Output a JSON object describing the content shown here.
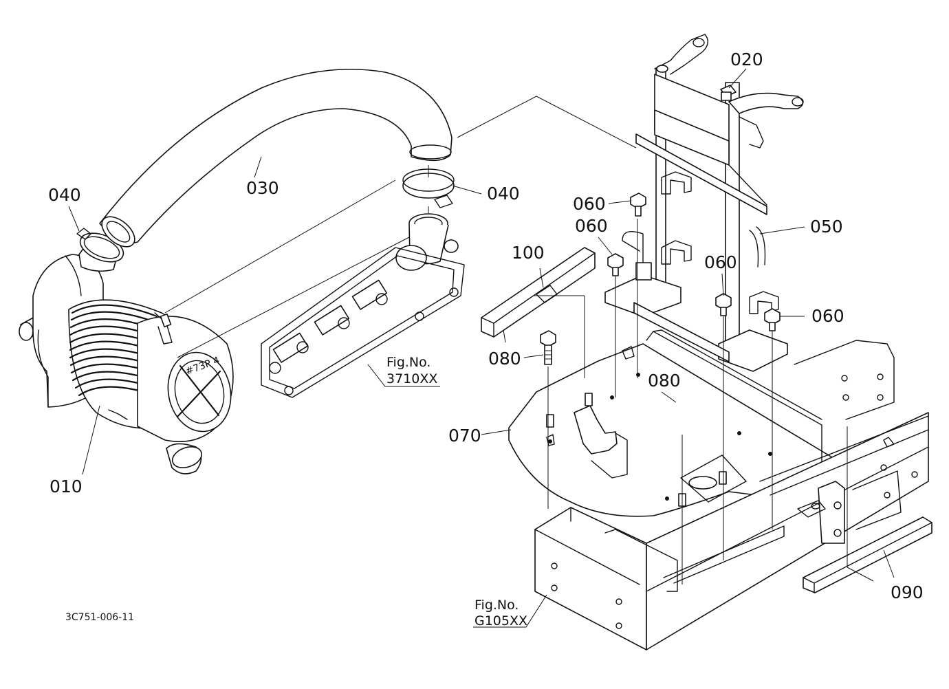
{
  "drawing_code": "3C751-006-11",
  "part_labels": {
    "p010": "010",
    "p020": "020",
    "p030": "030",
    "p040a": "040",
    "p040b": "040",
    "p050": "050",
    "p060a": "060",
    "p060b": "060",
    "p060c": "060",
    "p060d": "060",
    "p070": "070",
    "p080a": "080",
    "p080b": "080",
    "p090": "090",
    "p100": "100"
  },
  "figure_refs": {
    "engine": {
      "label": "Fig.No.",
      "code": "3710XX"
    },
    "frame": {
      "label": "Fig.No.",
      "code": "G105XX"
    }
  }
}
